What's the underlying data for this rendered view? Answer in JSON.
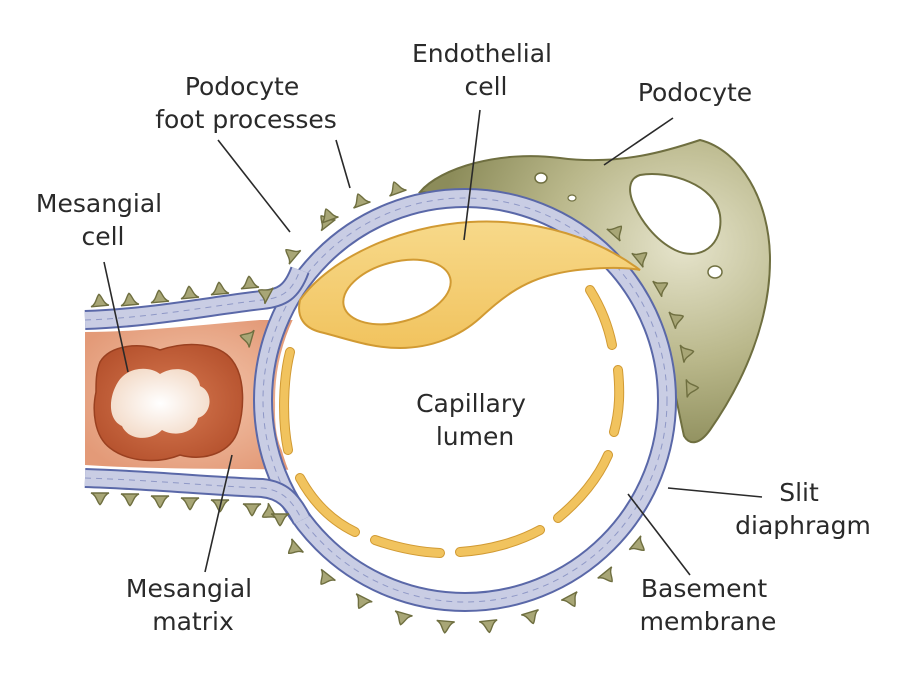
{
  "labels": {
    "endothelial_cell": [
      "Endothelial",
      "cell"
    ],
    "podocyte": "Podocyte",
    "podocyte_foot_processes": [
      "Podocyte",
      "foot processes"
    ],
    "mesangial_cell": [
      "Mesangial",
      "cell"
    ],
    "capillary_lumen": [
      "Capillary",
      "lumen"
    ],
    "slit_diaphragm": [
      "Slit",
      "diaphragm"
    ],
    "basement_membrane": [
      "Basement",
      "membrane"
    ],
    "mesangial_matrix": [
      "Mesangial",
      "matrix"
    ]
  },
  "colors": {
    "basement_membrane": "#c9cde4",
    "membrane_outline": "#5a68a8",
    "podocyte": "#9c9c68",
    "podocyte_light": "#cbc9a2",
    "endothelium": "#f4c96e",
    "endothelium_light": "#fbe6a8",
    "mesangial_cell": "#c3603c",
    "mesangial_matrix": "#e7a688",
    "mesangial_nucleus": "#fbeee2"
  }
}
